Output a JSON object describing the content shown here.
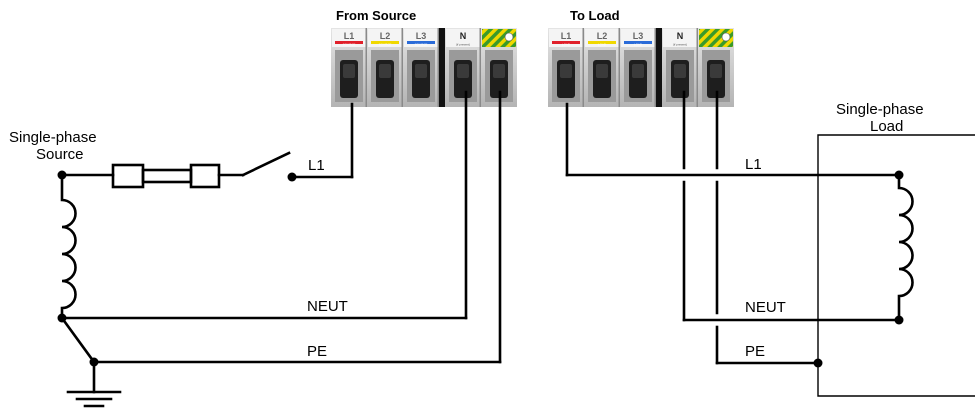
{
  "terminals": {
    "source": {
      "title": "From Source",
      "slots": [
        {
          "label": "L1",
          "sub": "SOURCE",
          "color": "#e0202a"
        },
        {
          "label": "L2",
          "sub": "SOURCE",
          "color": "#f0d800"
        },
        {
          "label": "L3",
          "sub": "SOURCE",
          "color": "#2a6bd8"
        },
        {
          "label": "N",
          "sub": "(if present)",
          "color": ""
        },
        {
          "label": "",
          "sub": "",
          "color": "#9ac43c"
        }
      ]
    },
    "load": {
      "title": "To Load",
      "slots": [
        {
          "label": "L1",
          "sub": "LOAD",
          "color": "#e0202a"
        },
        {
          "label": "L2",
          "sub": "LOAD",
          "color": "#f0d800"
        },
        {
          "label": "L3",
          "sub": "LOAD",
          "color": "#2a6bd8"
        },
        {
          "label": "N",
          "sub": "(if present)",
          "color": ""
        },
        {
          "label": "",
          "sub": "",
          "color": "#9ac43c"
        }
      ]
    }
  },
  "source": {
    "label_line1": "Single-phase",
    "label_line2": "Source"
  },
  "load": {
    "label_line1": "Single-phase",
    "label_line2": "Load"
  },
  "wires": {
    "source_l1": "L1",
    "source_neut": "NEUT",
    "source_pe": "PE",
    "load_l1": "L1",
    "load_neut": "NEUT",
    "load_pe": "PE"
  }
}
